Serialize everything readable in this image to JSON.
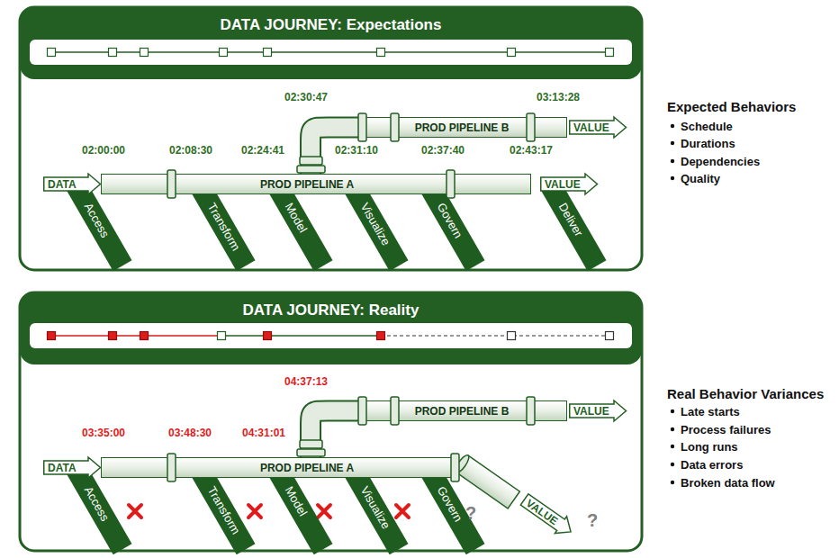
{
  "diagram": {
    "nodes": [
      {
        "text": [
          "DATA JOURNEY: Expectations"
        ]
      },
      {
        "text": [
          "DATA"
        ],
        "in": 0
      },
      {
        "text": [
          "PROD PIPELINE A"
        ],
        "in": 0
      },
      {
        "text": [
          "PROD PIPELINE B"
        ],
        "in": 0
      },
      {
        "text": [
          "VALUE"
        ],
        "in": 0
      },
      {
        "text": [
          "VALUE"
        ],
        "in": 0
      },
      {
        "text": [
          "Access"
        ],
        "in": 0
      },
      {
        "text": [
          "Transform"
        ],
        "in": 0
      },
      {
        "text": [
          "Model"
        ],
        "in": 0
      },
      {
        "text": [
          "Visualize"
        ],
        "in": 0
      },
      {
        "text": [
          "Govern"
        ],
        "in": 0
      },
      {
        "text": [
          "Deliver"
        ],
        "in": 0
      },
      {
        "text": [
          "DATA JOURNEY: Reality"
        ]
      },
      {
        "text": [
          "DATA"
        ],
        "in": 12
      },
      {
        "text": [
          "PROD PIPELINE A"
        ],
        "in": 12
      },
      {
        "text": [
          "PROD PIPELINE B"
        ],
        "in": 12
      },
      {
        "text": [
          "VALUE"
        ],
        "in": 12
      },
      {
        "text": [
          "VALUE"
        ],
        "in": 12
      },
      {
        "text": [
          "Access"
        ],
        "in": 12
      },
      {
        "text": [
          "Transform"
        ],
        "in": 12
      },
      {
        "text": [
          "Model"
        ],
        "in": 12
      },
      {
        "text": [
          "Visualize"
        ],
        "in": 12
      },
      {
        "text": [
          "Govern"
        ],
        "in": 12
      }
    ],
    "edges": [
      {
        "from": 2,
        "to": 3,
        "arrow": "none"
      },
      {
        "from": 14,
        "to": 15,
        "arrow": "none"
      }
    ],
    "labels": [
      "02:00:00",
      "02:08:30",
      "02:24:41",
      "02:30:47",
      "02:31:10",
      "02:37:40",
      "02:43:17",
      "03:13:28",
      "03:35:00",
      "03:48:30",
      "04:31:01",
      "04:37:13",
      "?",
      "?",
      "Expected Behaviors",
      "Schedule",
      "Durations",
      "Dependencies",
      "Quality",
      "Real Behavior Variances",
      "Late starts",
      "Process failures",
      "Long runs",
      "Data errors",
      "Broken data flow"
    ]
  }
}
